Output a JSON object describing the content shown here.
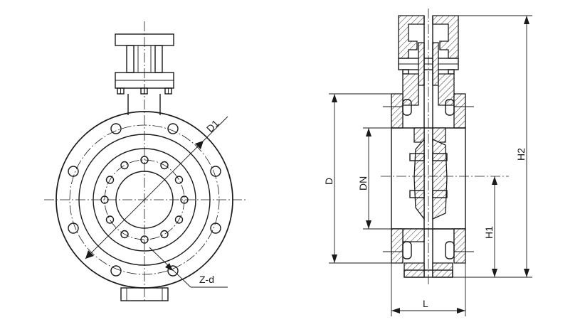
{
  "labels": {
    "d1": "D1",
    "zd": "Z-d",
    "d": "D",
    "dn": "DN",
    "h1": "H1",
    "h2": "H2",
    "l": "L"
  }
}
